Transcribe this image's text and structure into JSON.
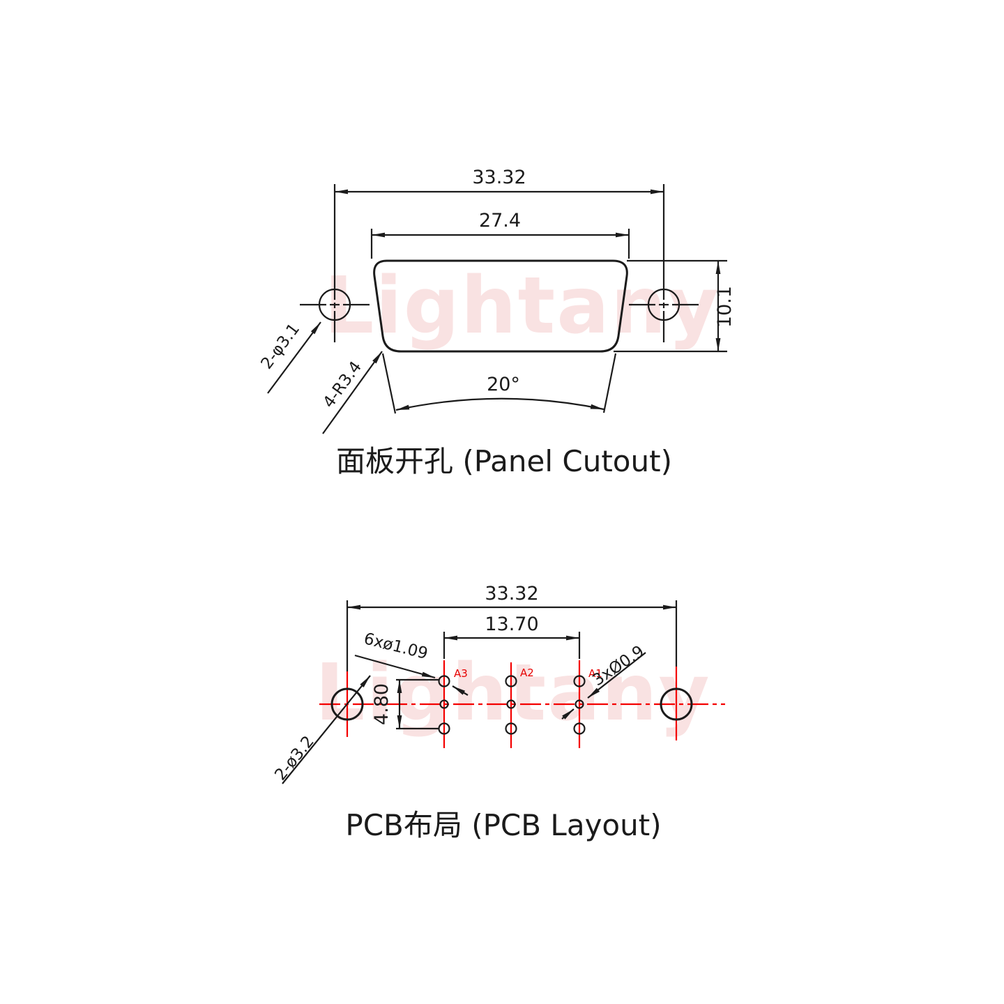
{
  "watermark": "Lightany",
  "colors": {
    "line": "#1b1b1b",
    "centerline_red": "#f40000",
    "pin_label_red": "#e60000",
    "watermark_pink": "#f9e2e2"
  },
  "panel_cutout": {
    "title": "面板开孔 (Panel Cutout)",
    "dim_overall_width": "33.32",
    "dim_body_width": "27.4",
    "dim_height": "10.1",
    "dim_side_angle": "20°",
    "label_mount_holes": "2-φ3.1",
    "label_corner_radius": "4-R3.4"
  },
  "pcb_layout": {
    "title": "PCB布局 (PCB Layout)",
    "dim_overall_width": "33.32",
    "dim_outer_pin_span": "13.70",
    "dim_row_span": "4.80",
    "label_signal_holes": "6xø1.09",
    "label_coax_holes": "3xØ0.9",
    "label_mount_holes": "2-ø3.2",
    "pin_labels": [
      "A3",
      "A2",
      "A1"
    ]
  }
}
